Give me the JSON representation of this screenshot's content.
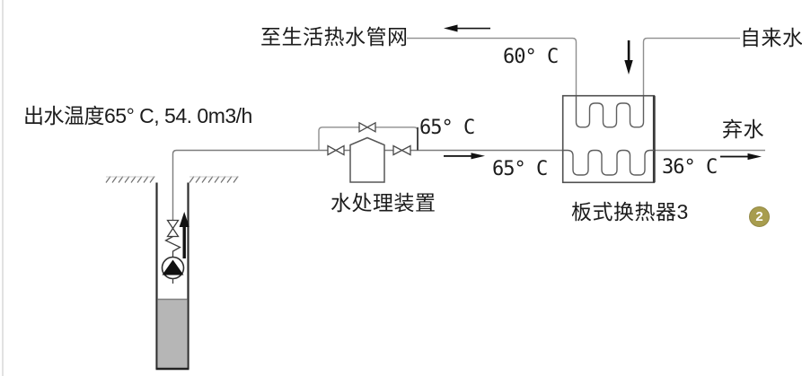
{
  "diagram": {
    "labels": {
      "outlet_spec": "出水温度65° C, 54. 0m3/h",
      "to_hot_water_network": "至生活热水管网",
      "tap_water": "自来水",
      "waste_water": "弃水",
      "temp_hot_supply": "60° C",
      "temp_bypass_outlet": "65° C",
      "temp_main_line": "65° C",
      "temp_waste_outlet": "36° C",
      "water_treatment_device": "水处理装置",
      "plate_heat_exchanger": "板式换热器3"
    },
    "figure_badge": {
      "number": "2",
      "color": "#a89d4e"
    },
    "colors": {
      "pipe_line": "#8f8f8f",
      "equipment_outline": "#4a4a4a",
      "flow_arrow": "#111111",
      "well_water_fill": "#b6b6b6",
      "background": "#ffffff"
    }
  }
}
